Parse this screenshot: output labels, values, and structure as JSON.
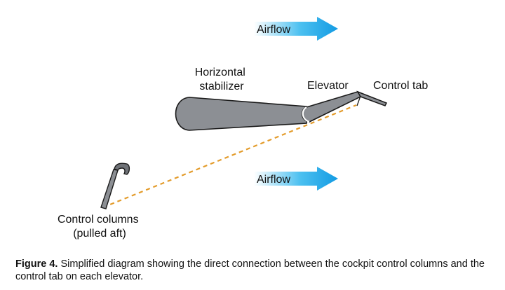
{
  "labels": {
    "airflow_top": "Airflow",
    "airflow_bottom": "Airflow",
    "stabilizer_line1": "Horizontal",
    "stabilizer_line2": "stabilizer",
    "elevator": "Elevator",
    "control_tab": "Control tab",
    "control_columns_line1": "Control columns",
    "control_columns_line2": "(pulled aft)"
  },
  "caption": {
    "figure": "Figure 4.",
    "text": " Simplified diagram showing the direct connection between the cockpit control columns and the control tab on each elevator."
  },
  "colors": {
    "airflow_arrow": "#1aa3e6",
    "surface_fill": "#8c8f94",
    "connection_line": "#e39b2a",
    "outline": "#1a1a1a"
  }
}
